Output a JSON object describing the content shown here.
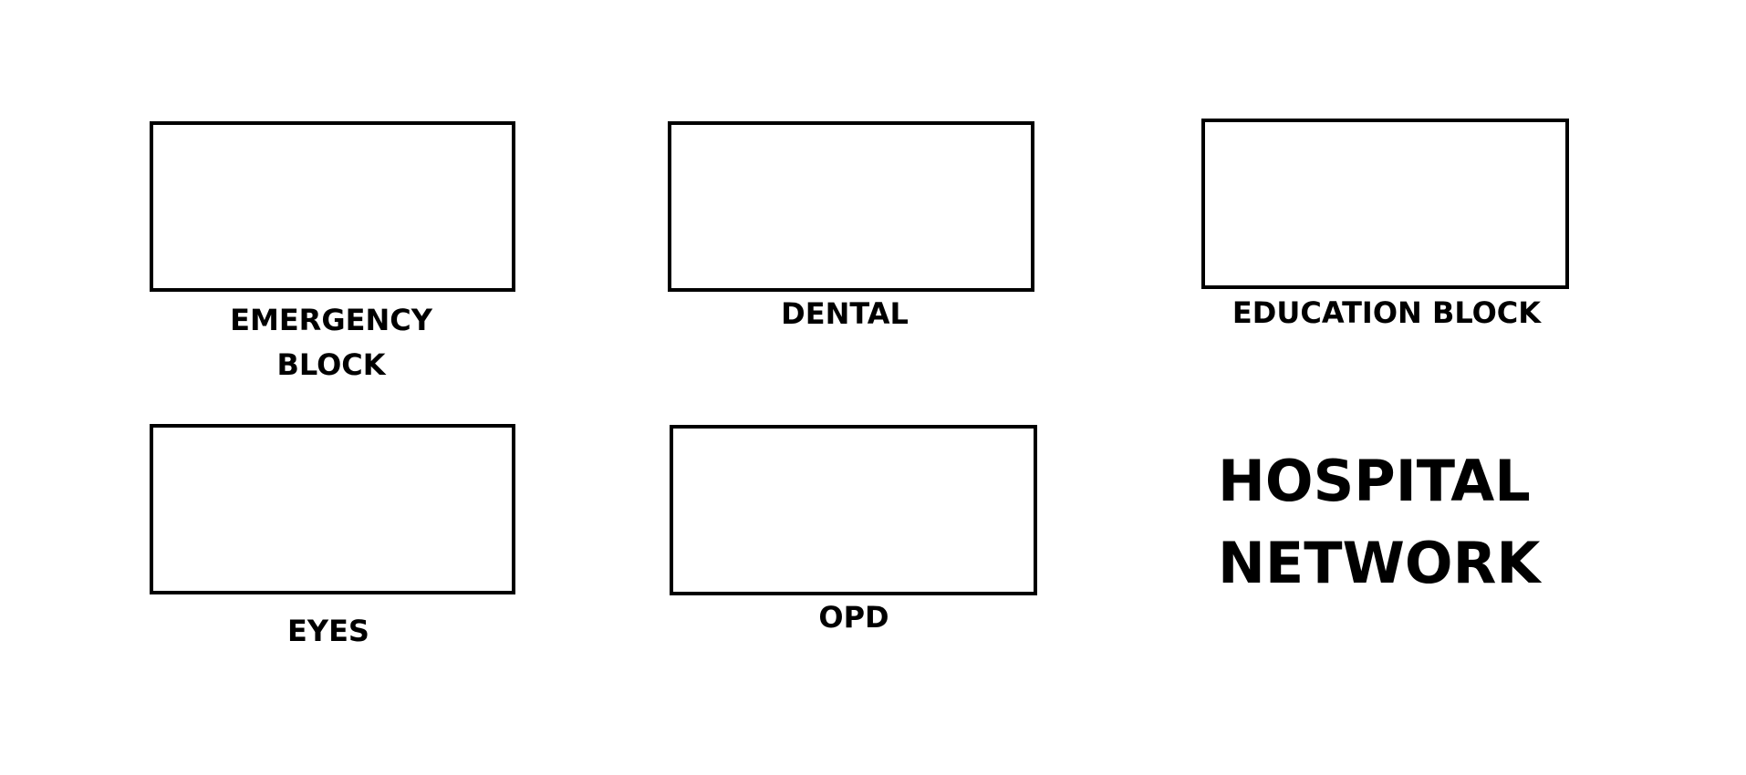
{
  "diagram": {
    "title_line1": "HOSPITAL",
    "title_line2": "NETWORK",
    "blocks": [
      {
        "label": "EMERGENCY BLOCK"
      },
      {
        "label": "DENTAL"
      },
      {
        "label": "EDUCATION BLOCK"
      },
      {
        "label": "EYES"
      },
      {
        "label": "OPD"
      }
    ]
  }
}
